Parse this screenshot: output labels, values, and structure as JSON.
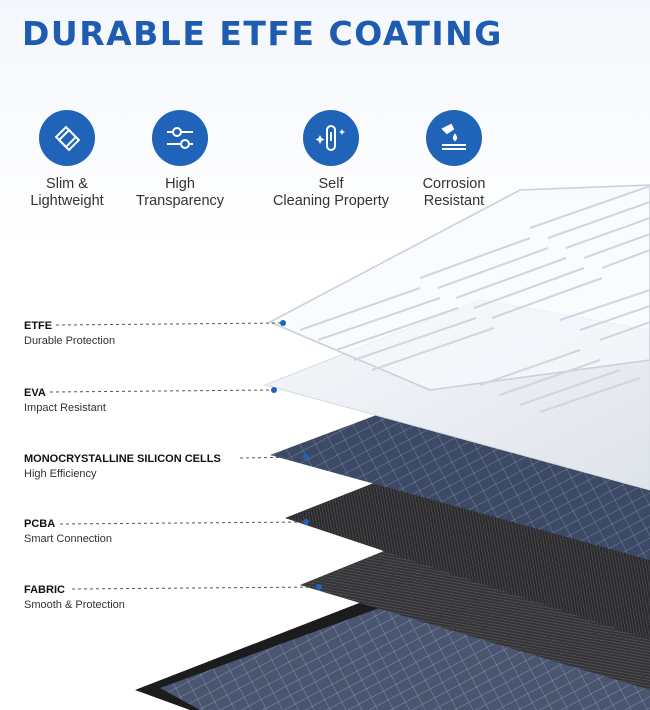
{
  "title": "DURABLE ETFE COATING",
  "features": [
    {
      "icon": "layers-diamond-icon",
      "line1": "Slim &",
      "line2": "Lightweight"
    },
    {
      "icon": "sliders-icon",
      "line1": "High",
      "line2": "Transparency"
    },
    {
      "icon": "sparkle-clean-icon",
      "line1": "Self",
      "line2": "Cleaning Property"
    },
    {
      "icon": "water-shield-icon",
      "line1": "Corrosion",
      "line2": "Resistant"
    }
  ],
  "layers": [
    {
      "name": "ETFE",
      "desc": "Durable Protection"
    },
    {
      "name": "EVA",
      "desc": "Impact Resistant"
    },
    {
      "name": "MONOCRYSTALLINE SILICON CELLS",
      "desc": "High Efficiency"
    },
    {
      "name": "PCBA",
      "desc": "Smart Connection"
    },
    {
      "name": "FABRIC",
      "desc": "Smooth & Protection"
    }
  ],
  "colors": {
    "accent": "#1d5cb0",
    "icon_bg": "#1f64b8",
    "leader": "#555555",
    "dot": "#1f64b8"
  }
}
